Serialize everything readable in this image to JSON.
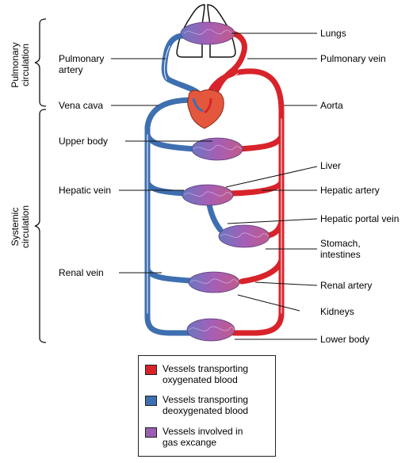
{
  "colors": {
    "oxygenated": "#d8232a",
    "deoxygenated": "#3e6fb0",
    "exchange": "#9a5fb0",
    "heart": "#e4573c"
  },
  "side_labels": {
    "pulmonary": "Pulmonary\ncirculation",
    "systemic": "Systemic\ncirculation"
  },
  "labels_left": {
    "pulmonary_artery": "Pulmonary\nartery",
    "vena_cava": "Vena cava",
    "upper_body": "Upper body",
    "hepatic_vein": "Hepatic vein",
    "renal_vein": "Renal vein"
  },
  "labels_right": {
    "lungs": "Lungs",
    "pulmonary_vein": "Pulmonary vein",
    "aorta": "Aorta",
    "liver": "Liver",
    "hepatic_artery": "Hepatic artery",
    "hepatic_portal_vein": "Hepatic portal vein",
    "stomach": "Stomach,\nintestines",
    "renal_artery": "Renal artery",
    "kidneys": "Kidneys",
    "lower_body": "Lower body"
  },
  "legend": {
    "oxygenated": "Vessels transporting\noxygenated blood",
    "deoxygenated": "Vessels transporting\ndeoxygenated blood",
    "exchange": "Vessels involved in\ngas excange"
  }
}
